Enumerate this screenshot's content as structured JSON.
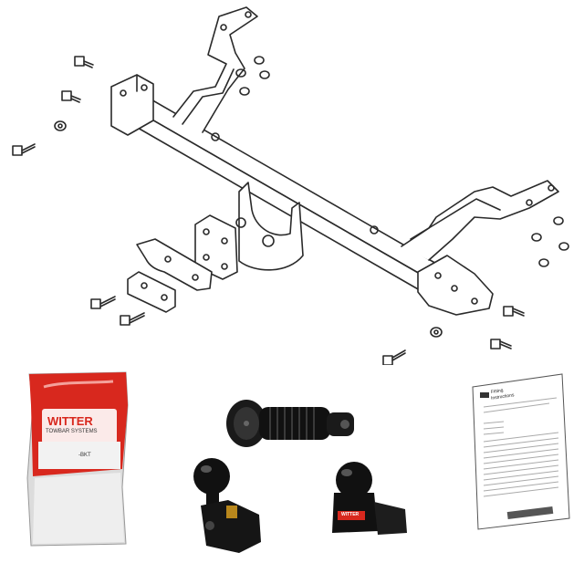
{
  "bag": {
    "brand": "WITTER",
    "subtitle": "TOWBAR SYSTEMS",
    "code": "-BKT"
  },
  "instructions": {
    "title_line1": "Fitting",
    "title_line2": "Instructions"
  },
  "socket_cover": {
    "label": "WITTER"
  },
  "colors": {
    "bag_red": "#d8281e",
    "metal_outline": "#2a2a2a",
    "part_black": "#111111"
  }
}
